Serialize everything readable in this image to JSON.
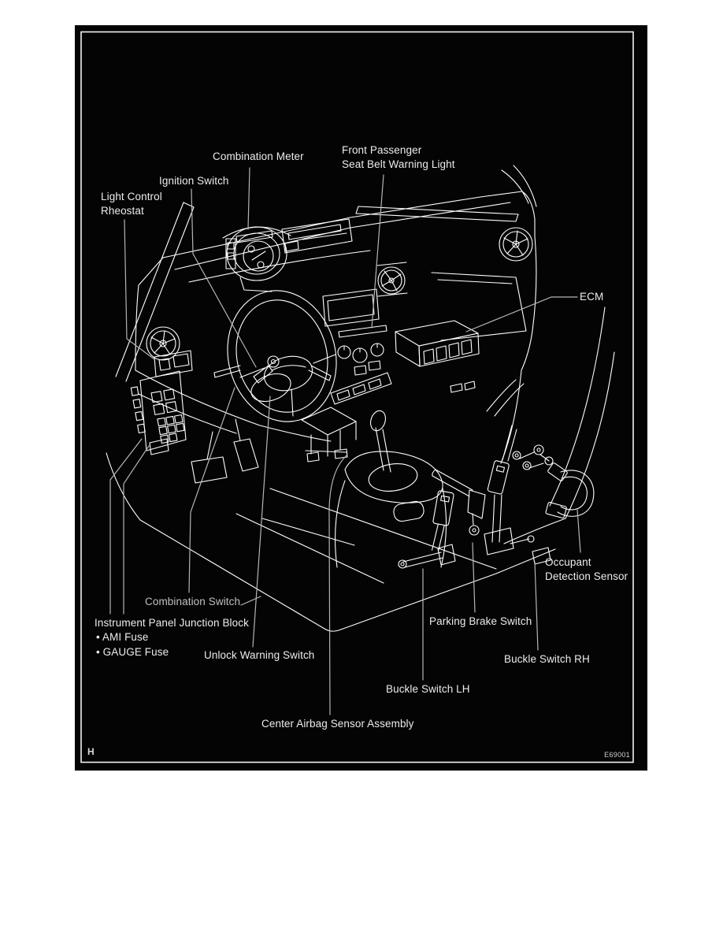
{
  "page": {
    "background_color": "#ffffff",
    "panel_color": "#040404",
    "line_color": "#ffffff",
    "leader_color": "#b5b5b5",
    "footer_mark": "H",
    "figure_code": "E69001"
  },
  "diagram": {
    "description": "Vehicle dashboard interior component location line drawing",
    "labels": {
      "combination_meter": "Combination Meter",
      "front_passenger_warning_light": [
        "Front Passenger",
        "Seat Belt Warning Light"
      ],
      "ignition_switch": "Ignition Switch",
      "light_control_rheostat": [
        "Light Control",
        "Rheostat"
      ],
      "ecm": "ECM",
      "occupant_detection_sensor": [
        "Occupant",
        "Detection Sensor"
      ],
      "combination_switch": "Combination Switch",
      "instrument_panel_junction_block": "Instrument Panel Junction Block",
      "ami_fuse": "• AMI Fuse",
      "gauge_fuse": "• GAUGE Fuse",
      "unlock_warning_switch": "Unlock Warning Switch",
      "parking_brake_switch": "Parking Brake Switch",
      "buckle_switch_lh": "Buckle Switch LH",
      "buckle_switch_rh": "Buckle Switch RH",
      "center_airbag_sensor_assembly": "Center Airbag Sensor Assembly"
    }
  }
}
